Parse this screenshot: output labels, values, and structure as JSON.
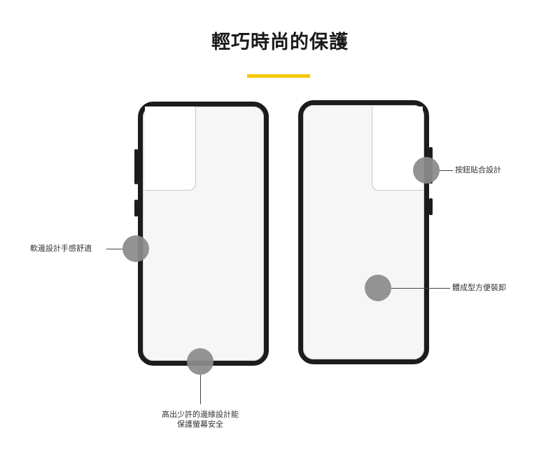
{
  "title": "輕巧時尚的保護",
  "colors": {
    "accent": "#f5c800",
    "frame": "#1c1c1c",
    "marker": "#8b8b8b"
  },
  "callouts": {
    "soft_edge": "軟邊設計手感舒適",
    "raised_edge_line1": "高出少許的邊緣設計能",
    "raised_edge_line2": "保護螢幕安全",
    "button_fit": "按鈕貼合設計",
    "one_piece": "體成型方便裝卸"
  }
}
